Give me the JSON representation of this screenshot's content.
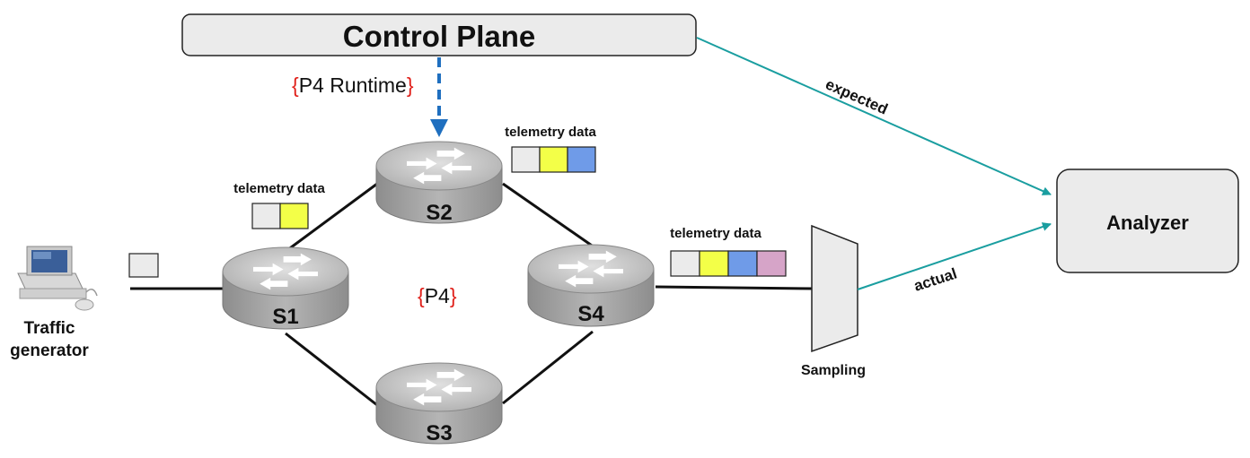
{
  "control_plane": {
    "label": "Control Plane"
  },
  "p4_runtime": {
    "brace_open": "{",
    "text": "P4 Runtime",
    "brace_close": "}"
  },
  "p4": {
    "brace_open": "{",
    "text": "P4",
    "brace_close": "}"
  },
  "switches": [
    {
      "id": "s1",
      "label": "S1"
    },
    {
      "id": "s2",
      "label": "S2"
    },
    {
      "id": "s3",
      "label": "S3"
    },
    {
      "id": "s4",
      "label": "S4"
    }
  ],
  "telemetry": {
    "s1": {
      "label": "telemetry data",
      "cells": [
        "#ebebeb",
        "#f3ff48"
      ]
    },
    "s2": {
      "label": "telemetry data",
      "cells": [
        "#ebebeb",
        "#f3ff48",
        "#6f9be8"
      ]
    },
    "s4": {
      "label": "telemetry data",
      "cells": [
        "#ebebeb",
        "#f3ff48",
        "#6f9be8",
        "#d6a4c8"
      ]
    }
  },
  "traffic_generator": {
    "line1": "Traffic",
    "line2": "generator"
  },
  "sampling": {
    "label": "Sampling"
  },
  "analyzer": {
    "label": "Analyzer"
  },
  "edges": {
    "expected": "expected",
    "actual": "actual"
  },
  "colors": {
    "teal": "#1a9ea0",
    "dashed_blue": "#1f6fbf",
    "brace_red": "#e0201a",
    "router_body": "#a9a9a9",
    "router_top": "#c8c8c8",
    "box_fill": "#ebebeb"
  }
}
